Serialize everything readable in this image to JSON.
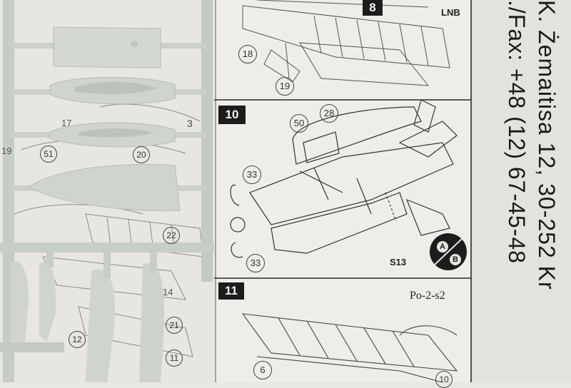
{
  "instructions": {
    "steps": [
      {
        "number": "8",
        "code": "LNB",
        "callouts": [
          "18",
          "19"
        ]
      },
      {
        "number": "10",
        "code": "S13",
        "callouts": [
          "28",
          "50",
          "33",
          "33"
        ],
        "badge": [
          "A",
          "B"
        ]
      },
      {
        "number": "11",
        "model": "Po-2-s2",
        "callouts": [
          "6"
        ]
      }
    ],
    "address_lines": [
      "K. Żemaitisa 12, 30-252 Kr",
      "./Fax: +48 (12) 67-45-48"
    ]
  },
  "sprue": {
    "part_numbers": [
      "17",
      "3",
      "19",
      "51",
      "20",
      "22",
      "14",
      "21",
      "12",
      "11",
      "10"
    ]
  }
}
